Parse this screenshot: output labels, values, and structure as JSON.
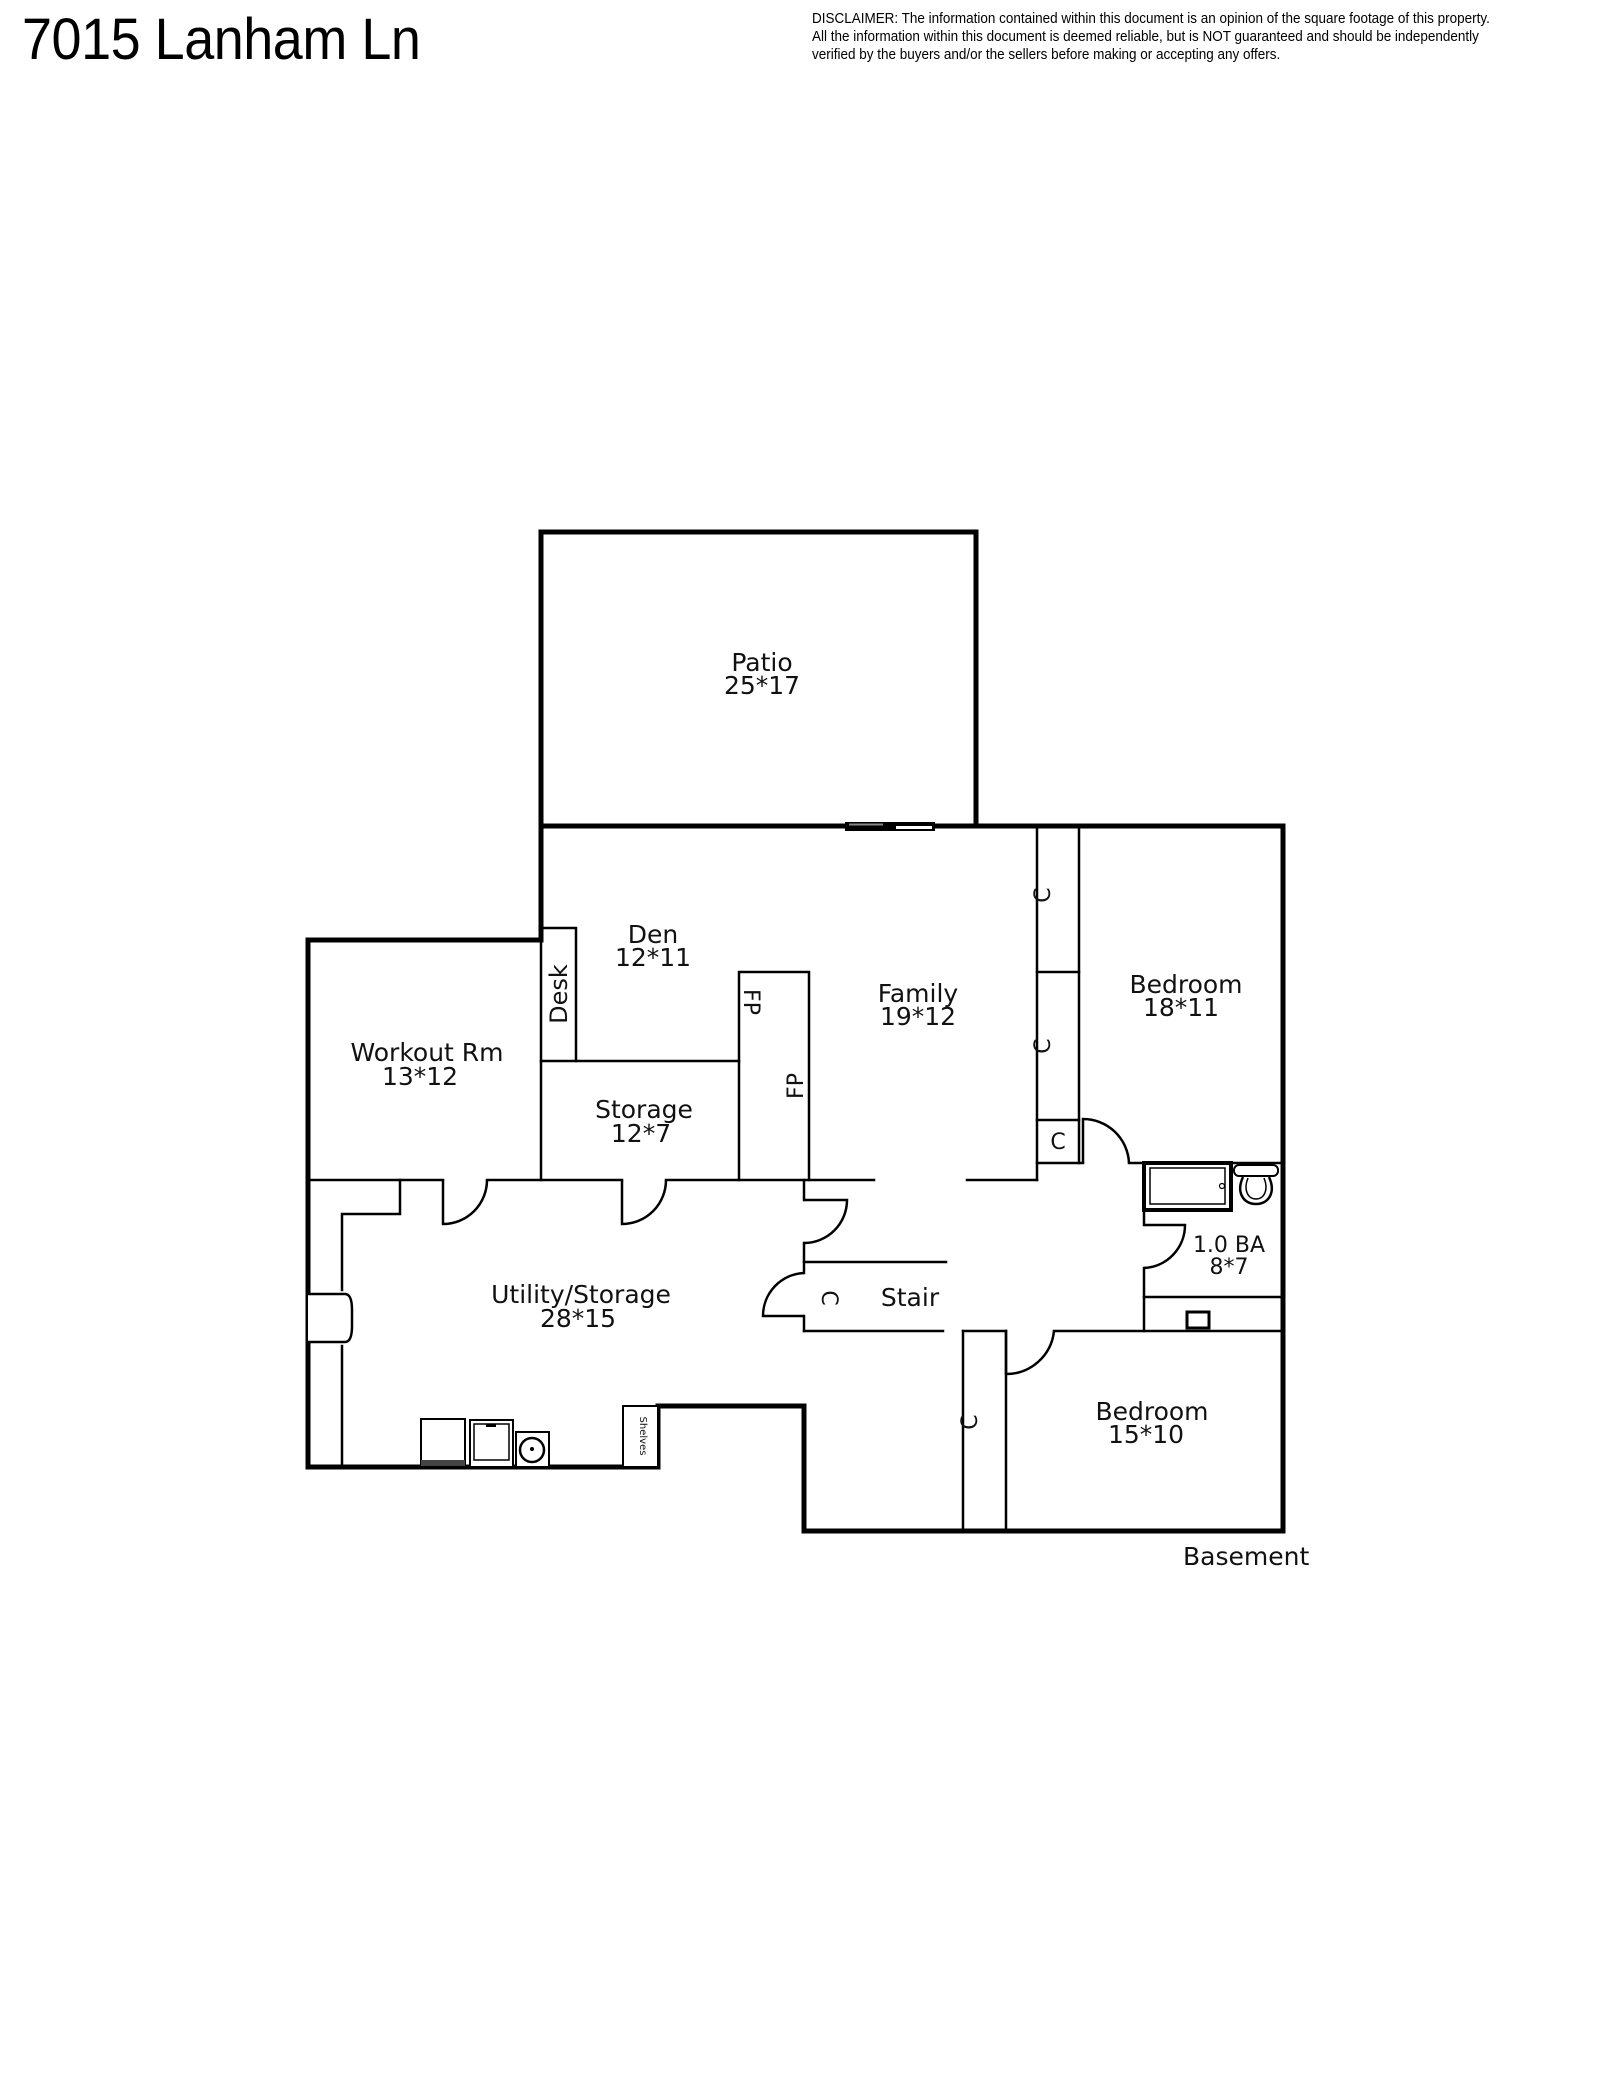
{
  "header": {
    "title": "7015 Lanham Ln",
    "disclaimer_lines": [
      "DISCLAIMER: The information contained within this document is an opinion of the square footage of this property.",
      "All the information within this document is deemed reliable, but is NOT guaranteed and should be independently",
      "verified by the buyers and/or the sellers before making or accepting any offers."
    ]
  },
  "floor_plan": {
    "floor_label": "Basement",
    "rooms": {
      "patio": {
        "name": "Patio",
        "dims": "25*17"
      },
      "den": {
        "name": "Den",
        "dims": "12*11"
      },
      "family": {
        "name": "Family",
        "dims": "19*12"
      },
      "bedroom_1": {
        "name": "Bedroom",
        "dims": "18*11"
      },
      "workout": {
        "name": "Workout Rm",
        "dims": "13*12"
      },
      "storage": {
        "name": "Storage",
        "dims": "12*7"
      },
      "utility": {
        "name": "Utility/Storage",
        "dims": "28*15"
      },
      "bath": {
        "name": "1.0 BA",
        "dims": "8*7"
      },
      "stair": {
        "name": "Stair"
      },
      "bedroom_2": {
        "name": "Bedroom",
        "dims": "15*10"
      }
    },
    "fixtures": {
      "desk": "Desk",
      "fireplace_1": "FP",
      "fireplace_2": "FP",
      "closet": "C",
      "shelves": "Shelves"
    }
  }
}
